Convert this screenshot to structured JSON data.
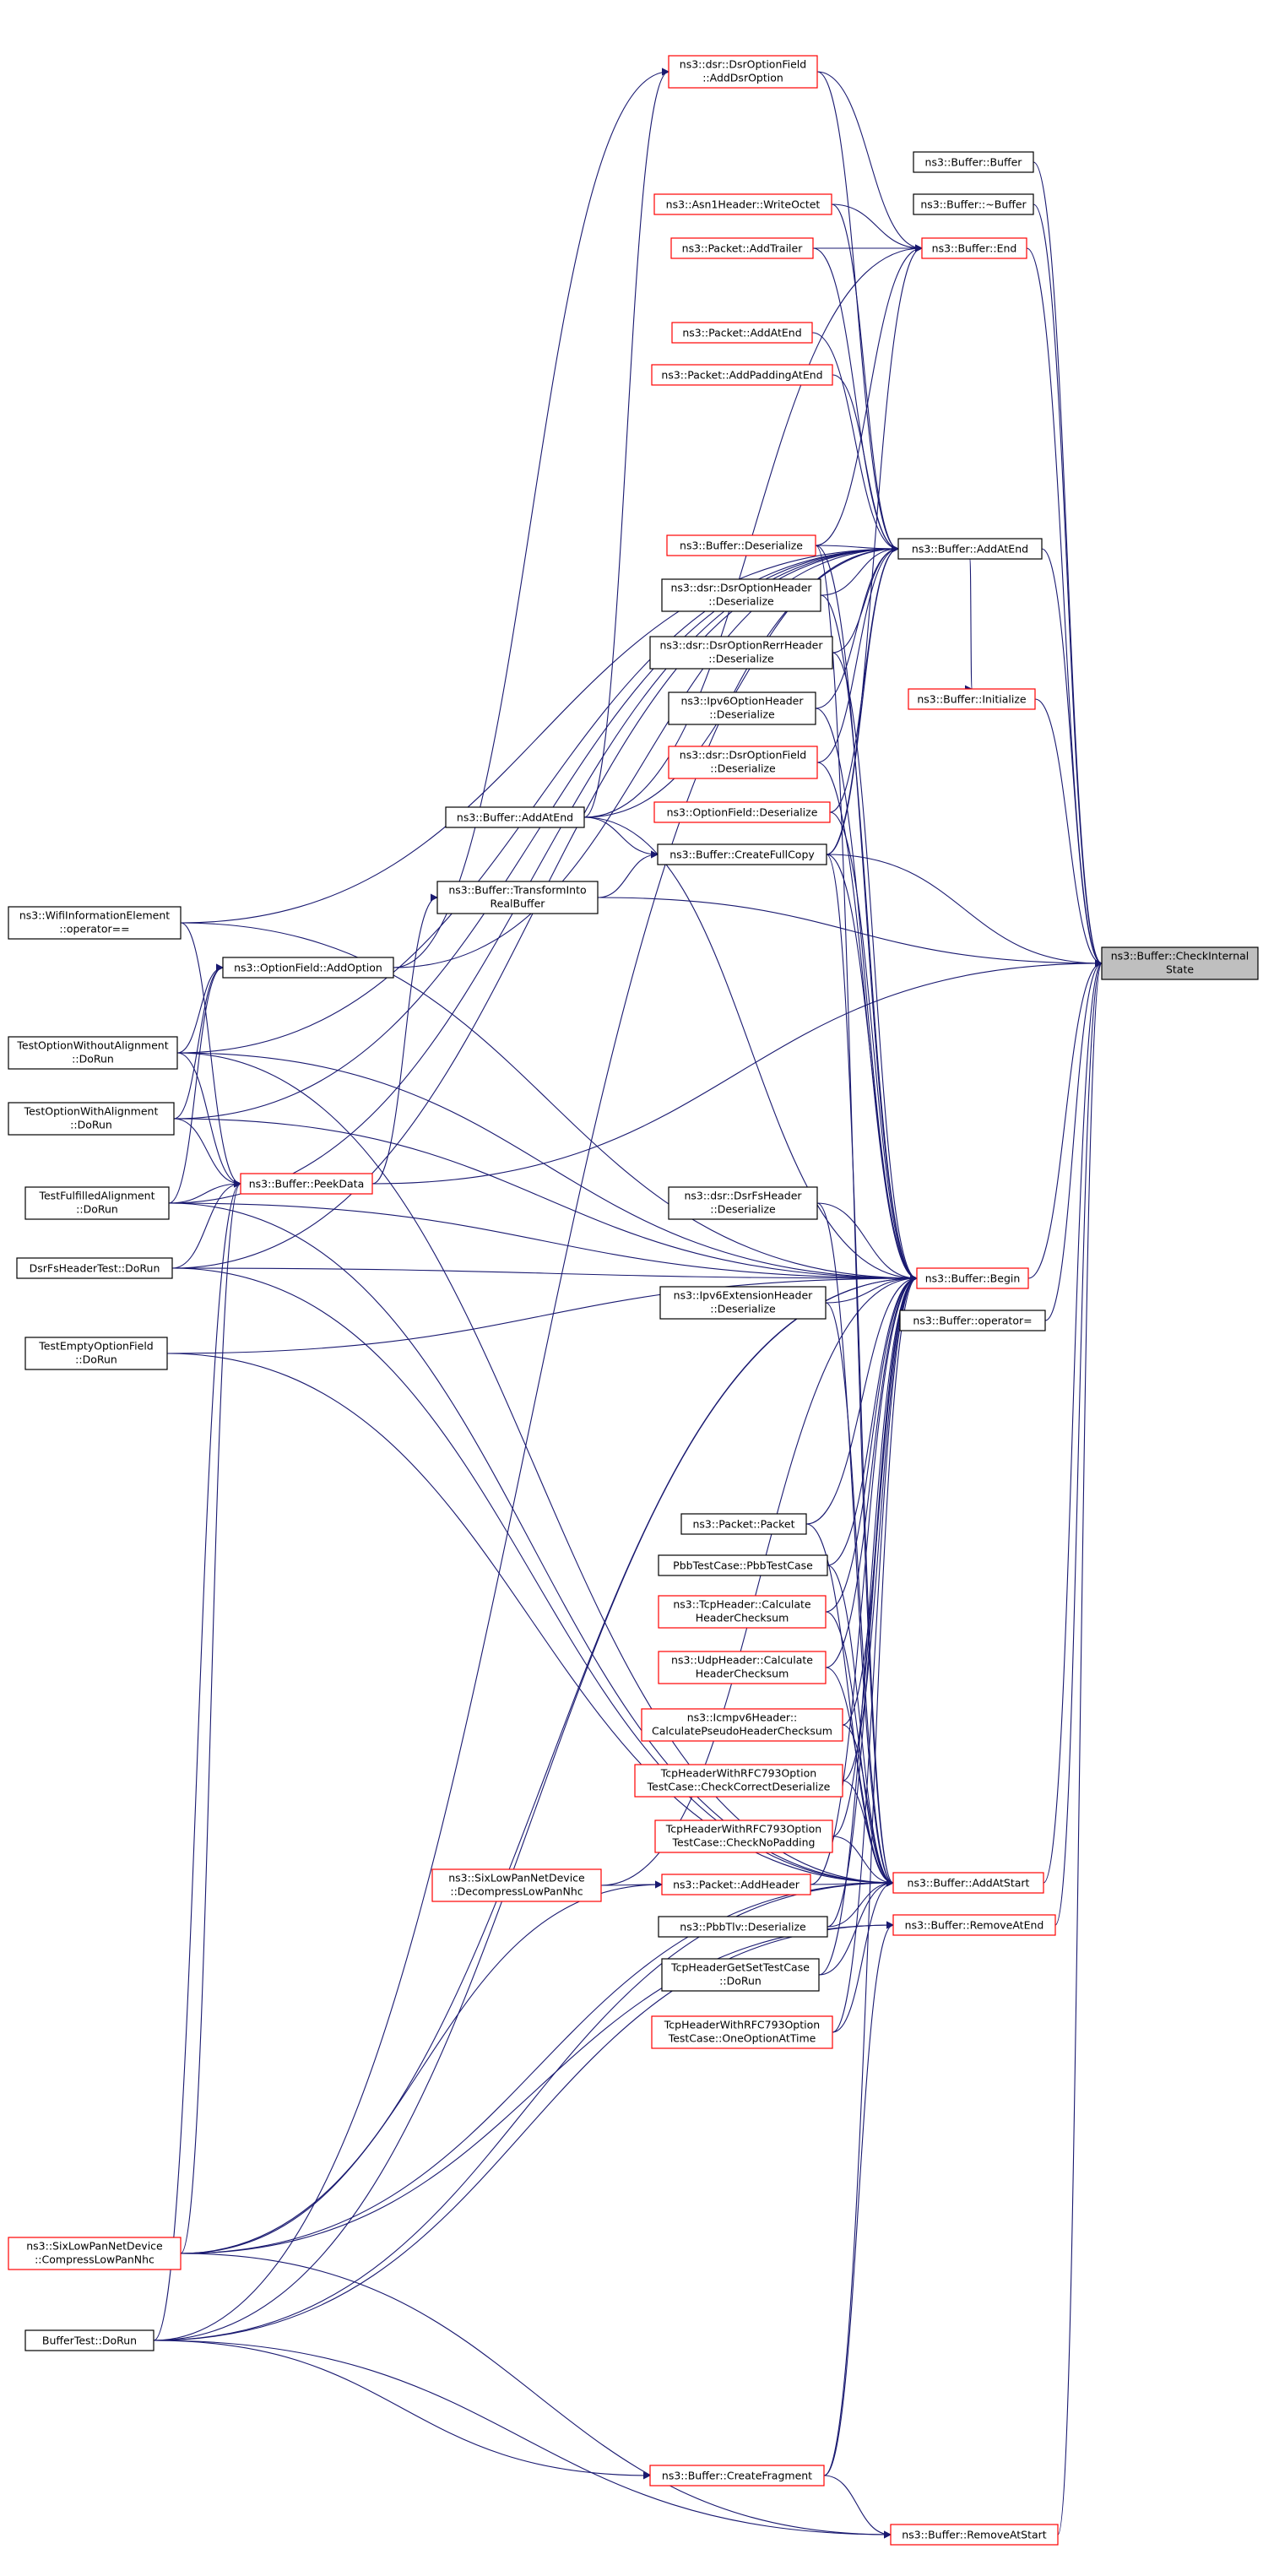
{
  "nodes": [
    {
      "id": "checkinternal",
      "label": [
        "ns3::Buffer::CheckInternal",
        "State"
      ],
      "style": "focus"
    },
    {
      "id": "buffer_ctor",
      "label": [
        "ns3::Buffer::Buffer"
      ],
      "style": "black"
    },
    {
      "id": "buffer_dtor",
      "label": [
        "ns3::Buffer::~Buffer"
      ],
      "style": "black"
    },
    {
      "id": "end",
      "label": [
        "ns3::Buffer::End"
      ],
      "style": "red"
    },
    {
      "id": "addatend_main",
      "label": [
        "ns3::Buffer::AddAtEnd"
      ],
      "style": "black"
    },
    {
      "id": "initialize",
      "label": [
        "ns3::Buffer::Initialize"
      ],
      "style": "red"
    },
    {
      "id": "begin",
      "label": [
        "ns3::Buffer::Begin"
      ],
      "style": "red"
    },
    {
      "id": "operator_assign",
      "label": [
        "ns3::Buffer::operator="
      ],
      "style": "black"
    },
    {
      "id": "addatstart",
      "label": [
        "ns3::Buffer::AddAtStart"
      ],
      "style": "red"
    },
    {
      "id": "removeatend",
      "label": [
        "ns3::Buffer::RemoveAtEnd"
      ],
      "style": "red"
    },
    {
      "id": "removeatstart",
      "label": [
        "ns3::Buffer::RemoveAtStart"
      ],
      "style": "red"
    },
    {
      "id": "dsr_addoption",
      "label": [
        "ns3::dsr::DsrOptionField",
        "::AddDsrOption"
      ],
      "style": "red"
    },
    {
      "id": "asn1_write",
      "label": [
        "ns3::Asn1Header::WriteOctet"
      ],
      "style": "red"
    },
    {
      "id": "packet_addtrailer",
      "label": [
        "ns3::Packet::AddTrailer"
      ],
      "style": "red"
    },
    {
      "id": "packet_addatend",
      "label": [
        "ns3::Packet::AddAtEnd"
      ],
      "style": "red"
    },
    {
      "id": "packet_addpadding",
      "label": [
        "ns3::Packet::AddPaddingAtEnd"
      ],
      "style": "red"
    },
    {
      "id": "buffer_deserialize",
      "label": [
        "ns3::Buffer::Deserialize"
      ],
      "style": "red"
    },
    {
      "id": "dsr_header_deser",
      "label": [
        "ns3::dsr::DsrOptionHeader",
        "::Deserialize"
      ],
      "style": "black"
    },
    {
      "id": "dsr_rerr_deser",
      "label": [
        "ns3::dsr::DsrOptionRerrHeader",
        "::Deserialize"
      ],
      "style": "black"
    },
    {
      "id": "ipv6opt_deser",
      "label": [
        "ns3::Ipv6OptionHeader",
        "::Deserialize"
      ],
      "style": "black"
    },
    {
      "id": "dsr_field_deser",
      "label": [
        "ns3::dsr::DsrOptionField",
        "::Deserialize"
      ],
      "style": "red"
    },
    {
      "id": "optionfield_deser",
      "label": [
        "ns3::OptionField::Deserialize"
      ],
      "style": "red"
    },
    {
      "id": "buffer_addatend2",
      "label": [
        "ns3::Buffer::AddAtEnd"
      ],
      "style": "black"
    },
    {
      "id": "createfullcopy",
      "label": [
        "ns3::Buffer::CreateFullCopy"
      ],
      "style": "black"
    },
    {
      "id": "transform",
      "label": [
        "ns3::Buffer::TransformInto",
        "RealBuffer"
      ],
      "style": "black"
    },
    {
      "id": "wifi_op",
      "label": [
        "ns3::WifiInformationElement",
        "::operator=="
      ],
      "style": "black"
    },
    {
      "id": "optionfield_add",
      "label": [
        "ns3::OptionField::AddOption"
      ],
      "style": "black"
    },
    {
      "id": "testoptwithout",
      "label": [
        "TestOptionWithoutAlignment",
        "::DoRun"
      ],
      "style": "black"
    },
    {
      "id": "testoptwith",
      "label": [
        "TestOptionWithAlignment",
        "::DoRun"
      ],
      "style": "black"
    },
    {
      "id": "peekdata",
      "label": [
        "ns3::Buffer::PeekData"
      ],
      "style": "red"
    },
    {
      "id": "testfulfilled",
      "label": [
        "TestFulfilledAlignment",
        "::DoRun"
      ],
      "style": "black"
    },
    {
      "id": "dsrfstest",
      "label": [
        "DsrFsHeaderTest::DoRun"
      ],
      "style": "black"
    },
    {
      "id": "testempty",
      "label": [
        "TestEmptyOptionField",
        "::DoRun"
      ],
      "style": "black"
    },
    {
      "id": "dsrfs_deser",
      "label": [
        "ns3::dsr::DsrFsHeader",
        "::Deserialize"
      ],
      "style": "black"
    },
    {
      "id": "ipv6ext_deser",
      "label": [
        "ns3::Ipv6ExtensionHeader",
        "::Deserialize"
      ],
      "style": "black"
    },
    {
      "id": "packet_ctor",
      "label": [
        "ns3::Packet::Packet"
      ],
      "style": "black"
    },
    {
      "id": "pbbtestcase",
      "label": [
        "PbbTestCase::PbbTestCase"
      ],
      "style": "black"
    },
    {
      "id": "tcp_checksum",
      "label": [
        "ns3::TcpHeader::Calculate",
        "HeaderChecksum"
      ],
      "style": "red"
    },
    {
      "id": "udp_checksum",
      "label": [
        "ns3::UdpHeader::Calculate",
        "HeaderChecksum"
      ],
      "style": "red"
    },
    {
      "id": "icmpv6_checksum",
      "label": [
        "ns3::Icmpv6Header::",
        "CalculatePseudoHeaderChecksum"
      ],
      "style": "red"
    },
    {
      "id": "tcp793_check",
      "label": [
        "TcpHeaderWithRFC793Option",
        "TestCase::CheckCorrectDeserialize"
      ],
      "style": "red"
    },
    {
      "id": "tcp793_nopad",
      "label": [
        "TcpHeaderWithRFC793Option",
        "TestCase::CheckNoPadding"
      ],
      "style": "red"
    },
    {
      "id": "sixlow_decomp",
      "label": [
        "ns3::SixLowPanNetDevice",
        "::DecompressLowPanNhc"
      ],
      "style": "red"
    },
    {
      "id": "packet_addheader",
      "label": [
        "ns3::Packet::AddHeader"
      ],
      "style": "red"
    },
    {
      "id": "pbbtlv_deser",
      "label": [
        "ns3::PbbTlv::Deserialize"
      ],
      "style": "black"
    },
    {
      "id": "tcpgetset",
      "label": [
        "TcpHeaderGetSetTestCase",
        "::DoRun"
      ],
      "style": "black"
    },
    {
      "id": "tcp793_oneopt",
      "label": [
        "TcpHeaderWithRFC793Option",
        "TestCase::OneOptionAtTime"
      ],
      "style": "red"
    },
    {
      "id": "sixlow_comp",
      "label": [
        "ns3::SixLowPanNetDevice",
        "::CompressLowPanNhc"
      ],
      "style": "red"
    },
    {
      "id": "buffertest",
      "label": [
        "BufferTest::DoRun"
      ],
      "style": "black"
    },
    {
      "id": "createfragment",
      "label": [
        "ns3::Buffer::CreateFragment"
      ],
      "style": "red"
    }
  ]
}
